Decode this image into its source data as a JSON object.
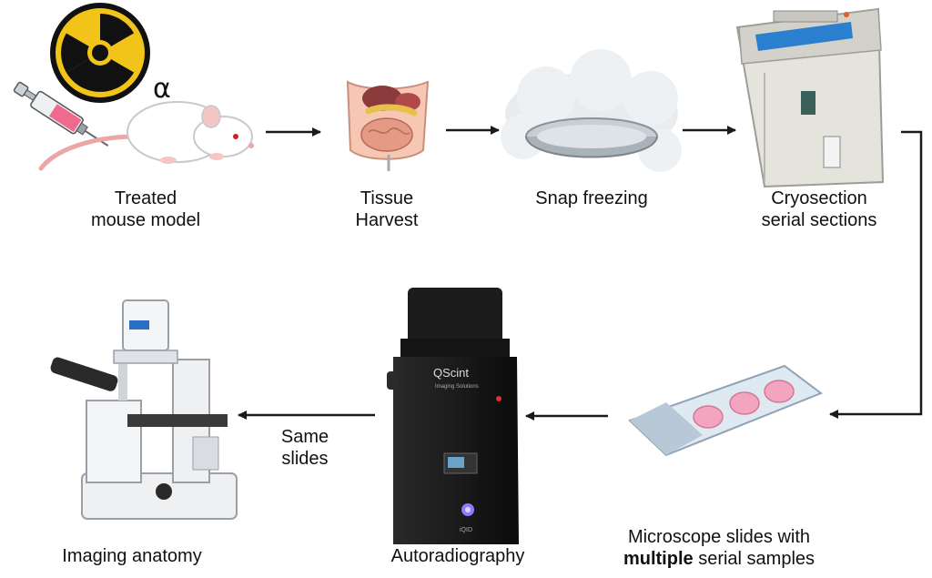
{
  "steps": {
    "treated": {
      "line1": "Treated",
      "line2": "mouse model"
    },
    "tissue": {
      "line1": "Tissue",
      "line2": "Harvest"
    },
    "snap": {
      "label": "Snap freezing"
    },
    "cryo": {
      "line1": "Cryosection",
      "line2": "serial sections"
    },
    "slides": {
      "line1": "Microscope slides with",
      "line2_bold": "multiple",
      "line2_rest": " serial samples"
    },
    "autorad": {
      "label": "Autoradiography",
      "brand": "QScint",
      "brand_sub": "Imaging Solutions",
      "model": "iQID"
    },
    "imaging": {
      "label": "Imaging anatomy"
    }
  },
  "arrow_notes": {
    "same_line1": "Same",
    "same_line2": "slides"
  },
  "radiation": {
    "symbol": "α"
  },
  "colors": {
    "arrow": "#1a1a1a",
    "radiation_yellow": "#f2c318",
    "tissue_pink": "#f3a5c0",
    "device_black": "#141414"
  },
  "icons": [
    "radiation-icon",
    "syringe-icon",
    "mouse-icon",
    "tissue-icon",
    "freezing-dish-icon",
    "cryostat-icon",
    "slide-icon",
    "autoradiography-camera-icon",
    "microscope-icon"
  ]
}
